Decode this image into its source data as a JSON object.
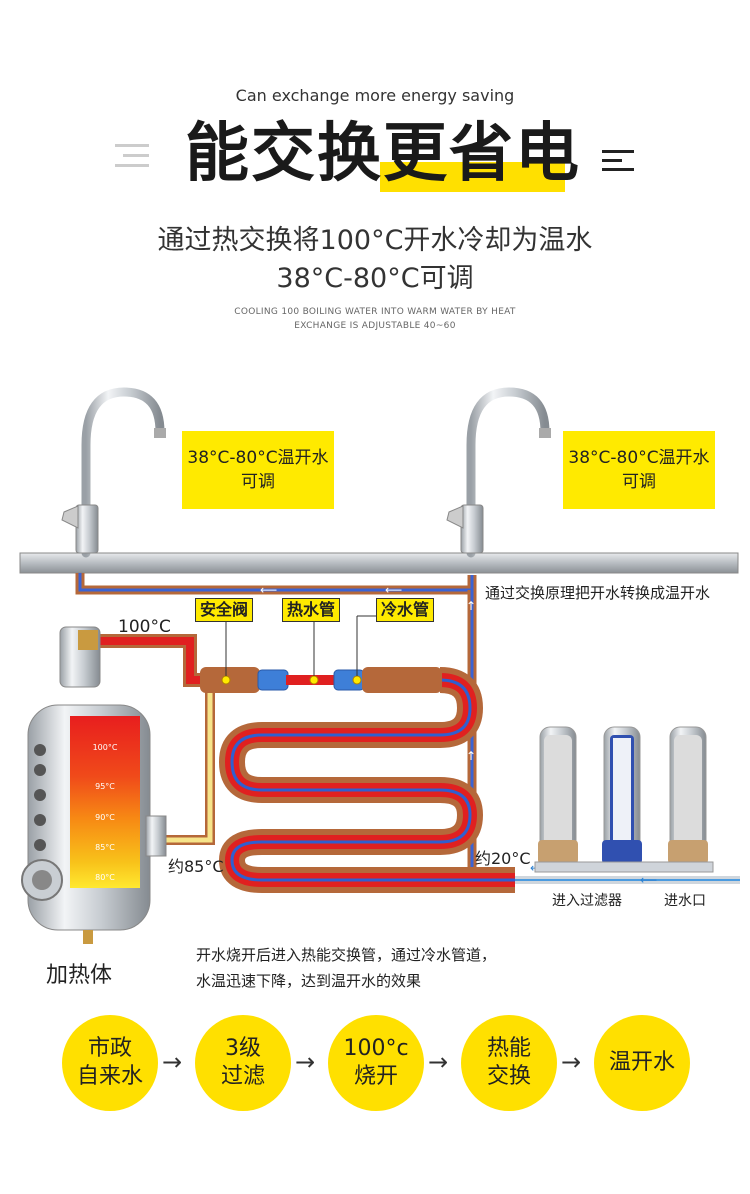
{
  "header": {
    "subtitle_en": "Can exchange more energy saving",
    "title_left": "能交换",
    "title_right": "更省电",
    "desc_line1": "通过热交换将100°C开水冷却为温水",
    "desc_line2": "38°C-80°C可调",
    "desc_en_line1": "COOLING 100 BOILING WATER INTO WARM WATER BY HEAT",
    "desc_en_line2": "EXCHANGE IS ADJUSTABLE 40~60"
  },
  "diagram": {
    "faucet_left_label": [
      "38°C-80°C温开水",
      "可调"
    ],
    "faucet_right_label": [
      "38°C-80°C温开水",
      "可调"
    ],
    "exchange_note": "通过交换原理把开水转换成温开水",
    "safety_valve": "安全阀",
    "hot_pipe": "热水管",
    "cold_pipe": "冷水管",
    "temp_100": "100°C",
    "temp_85": "约85°C",
    "temp_20": "约20°C",
    "filter_label": "进入过滤器",
    "inlet_label": "进水口",
    "heater_label": "加热体",
    "heater_temps": [
      "100°C",
      "95°C",
      "90°C",
      "85°C",
      "80°C"
    ],
    "note_line1": "开水烧开后进入热能交换管，通过冷水管道，",
    "note_line2": "水温迅速下降，达到温开水的效果"
  },
  "flow": {
    "steps": [
      [
        "市政",
        "自来水"
      ],
      [
        "3级",
        "过滤"
      ],
      [
        "100°c",
        "烧开"
      ],
      [
        "热能",
        "交换"
      ],
      [
        "温开水"
      ]
    ],
    "arrow": "→"
  },
  "colors": {
    "accent_yellow": "#ffe000",
    "hot_red": "#e02020",
    "cold_blue": "#2f5fd0",
    "pipe_brown": "#b5683a"
  }
}
